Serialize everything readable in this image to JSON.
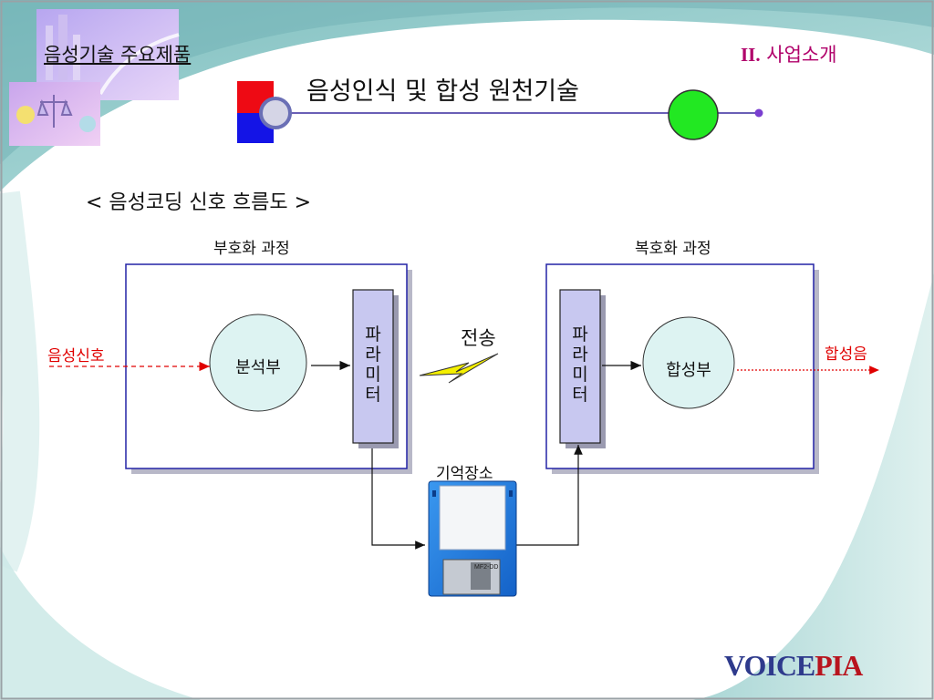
{
  "header": {
    "product_title": "음성기술 주요제품",
    "section_number": "II.",
    "section_name": "사업소개",
    "slide_title": "음성인식 및 합성 원천기술"
  },
  "diagram": {
    "flow_title": "< 음성코딩 신호 흐름도 >",
    "encode_title": "부호화 과정",
    "decode_title": "복호화 과정",
    "input_label": "음성신호",
    "output_label": "합성음",
    "analyzer_label": "분석부",
    "synthesizer_label": "합성부",
    "param_chars": [
      "파",
      "라",
      "미",
      "터"
    ],
    "transmit_label": "전송",
    "storage_label": "기억장소",
    "disk_label": "MF2-DD"
  },
  "logo": {
    "part1": "VOICE",
    "part2": "PIA"
  },
  "colors": {
    "box_border": "#2323a6",
    "param_fill": "#c8c8f0",
    "circle_fill": "#ddf3f2",
    "signal_red": "#e00000",
    "accent_green": "#22e822",
    "bolt_yellow": "#f5f000",
    "title_magenta": "#b0006a"
  }
}
